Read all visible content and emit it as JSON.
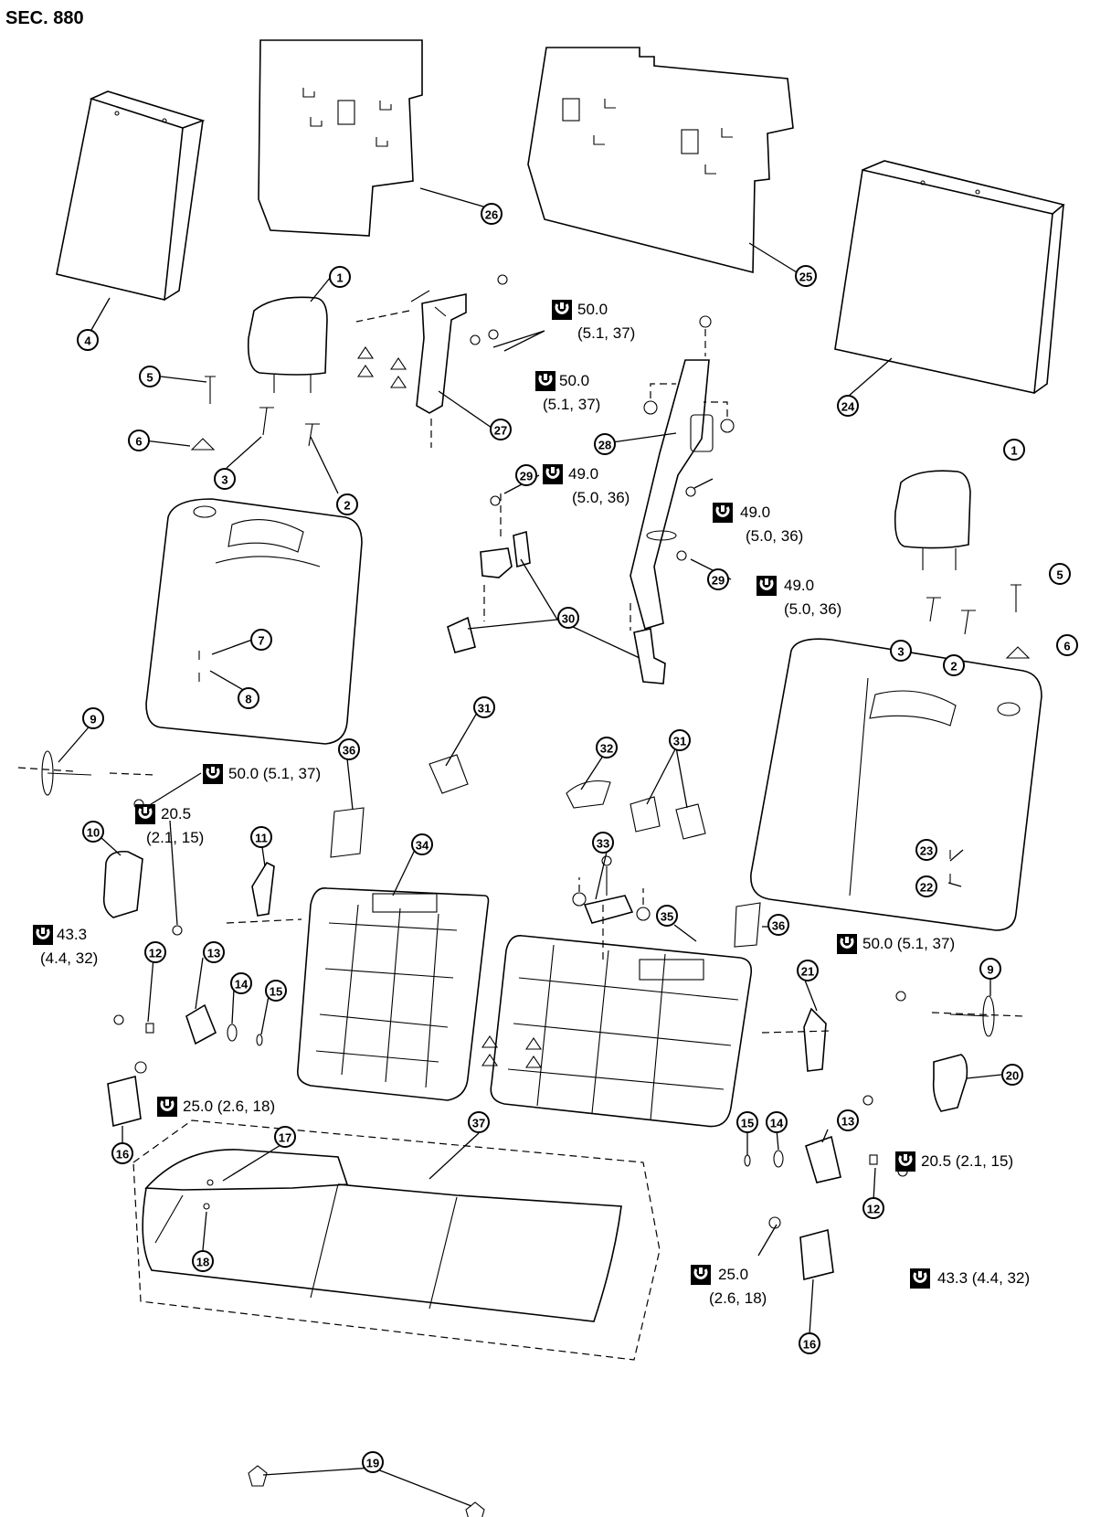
{
  "section_title": "SEC. 880",
  "callouts": {
    "c1a": "1",
    "c1b": "1",
    "c2a": "2",
    "c2b": "2",
    "c3a": "3",
    "c3b": "3",
    "c4": "4",
    "c5a": "5",
    "c5b": "5",
    "c6a": "6",
    "c6b": "6",
    "c7": "7",
    "c8": "8",
    "c9a": "9",
    "c9b": "9",
    "c10": "10",
    "c11": "11",
    "c12a": "12",
    "c12b": "12",
    "c13a": "13",
    "c13b": "13",
    "c14a": "14",
    "c14b": "14",
    "c15a": "15",
    "c15b": "15",
    "c16a": "16",
    "c16b": "16",
    "c17": "17",
    "c18": "18",
    "c19": "19",
    "c20": "20",
    "c21": "21",
    "c22": "22",
    "c23": "23",
    "c24": "24",
    "c25": "25",
    "c26": "26",
    "c27": "27",
    "c28": "28",
    "c29a": "29",
    "c29b": "29",
    "c30": "30",
    "c31a": "31",
    "c31b": "31",
    "c32": "32",
    "c33": "33",
    "c34": "34",
    "c35": "35",
    "c36a": "36",
    "c36b": "36",
    "c37": "37"
  },
  "torques": {
    "t1_l1": "50.0",
    "t1_l2": "(5.1, 37)",
    "t2_l1": "50.0",
    "t2_l2": "(5.1, 37)",
    "t3_l1": "49.0",
    "t3_l2": "(5.0, 36)",
    "t4_l1": "49.0",
    "t4_l2": "(5.0, 36)",
    "t5_l1": "49.0",
    "t5_l2": "(5.0, 36)",
    "t6": "50.0 (5.1, 37)",
    "t7_l1": "20.5",
    "t7_l2": "(2.1, 15)",
    "t8_l1": "43.3",
    "t8_l2": "(4.4, 32)",
    "t9": "25.0 (2.6, 18)",
    "t10": "50.0 (5.1, 37)",
    "t11": "20.5 (2.1, 15)",
    "t12_l1": "25.0",
    "t12_l2": "(2.6, 18)",
    "t13": "43.3 (4.4, 32)"
  },
  "icons": {
    "torque_symbol": "torque-wrench-icon",
    "reference_mark": "triangle-mark-icon",
    "reference_mark_alt": "circle-mark-icon"
  }
}
